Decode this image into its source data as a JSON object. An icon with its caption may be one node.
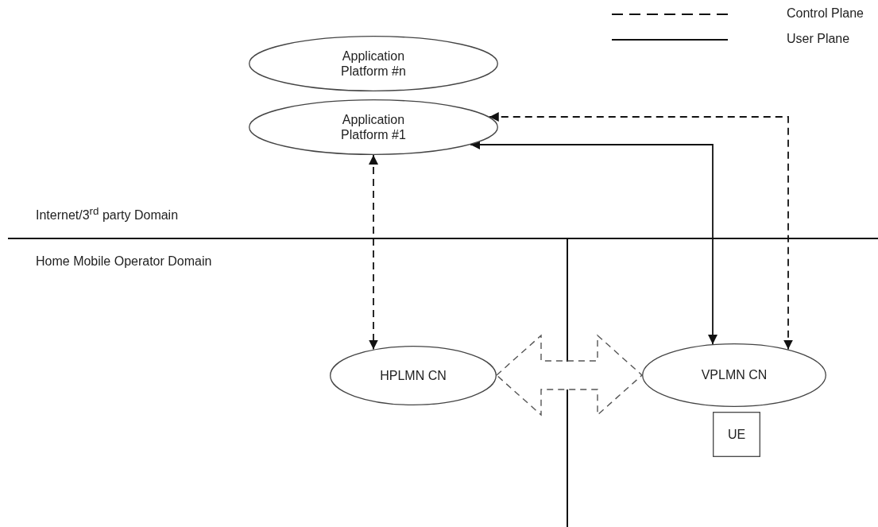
{
  "diagram": {
    "nodes": [
      {
        "text": [
          "Application Platform #n"
        ]
      },
      {
        "text": [
          "Application Platform #1"
        ]
      },
      {
        "text": [
          "HPLMN CN"
        ]
      },
      {
        "text": [
          "VPLMN CN"
        ]
      },
      {
        "text": [
          "UE"
        ]
      }
    ],
    "edges": [
      {
        "from": 1,
        "to": 2,
        "arrow": "both",
        "style": "dashed"
      },
      {
        "from": 1,
        "to": 3,
        "arrow": "both"
      },
      {
        "from": 1,
        "to": 3,
        "arrow": "both",
        "style": "dashed"
      },
      {
        "from": 2,
        "to": 3,
        "arrow": "both",
        "style": "dashed"
      }
    ],
    "labels": [
      "Internet/3$^{rd}$ party Domain",
      "Home Mobile Operator Domain"
    ],
    "legend": [
      {
        "text": "Control Plane"
      },
      {
        "text": "User Plane"
      }
    ]
  }
}
